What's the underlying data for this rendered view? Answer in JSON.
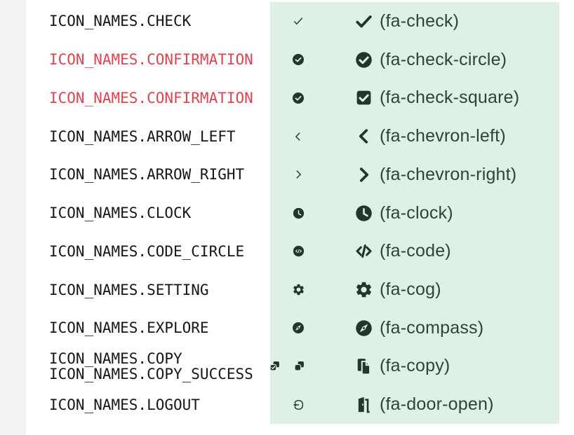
{
  "colors": {
    "page_bg": "#ffffff",
    "left_strip_bg": "#f2f2f2",
    "panel_bg": "#dff0e5",
    "mono_text": "#171717",
    "error_red": "#dc4450",
    "label_text": "#2e4438",
    "icon_dark": "#22362c"
  },
  "rows": [
    {
      "constant": "ICON_NAMES.CHECK",
      "red": false,
      "preview_icons": [
        "check-icon"
      ],
      "fa_icon": "fa-check-icon",
      "fa_label": "(fa-check)"
    },
    {
      "constant": "ICON_NAMES.CONFIRMATION",
      "red": true,
      "preview_icons": [
        "check-circle-icon"
      ],
      "fa_icon": "fa-check-circle-icon",
      "fa_label": "(fa-check-circle)"
    },
    {
      "constant": "ICON_NAMES.CONFIRMATION",
      "red": true,
      "preview_icons": [
        "check-circle-icon"
      ],
      "fa_icon": "fa-check-square-icon",
      "fa_label": "(fa-check-square)"
    },
    {
      "constant": "ICON_NAMES.ARROW_LEFT",
      "red": false,
      "preview_icons": [
        "chevron-left-icon"
      ],
      "fa_icon": "fa-chevron-left-icon",
      "fa_label": "(fa-chevron-left)"
    },
    {
      "constant": "ICON_NAMES.ARROW_RIGHT",
      "red": false,
      "preview_icons": [
        "chevron-right-icon"
      ],
      "fa_icon": "fa-chevron-right-icon",
      "fa_label": "(fa-chevron-right)"
    },
    {
      "constant": "ICON_NAMES.CLOCK",
      "red": false,
      "preview_icons": [
        "clock-icon"
      ],
      "fa_icon": "fa-clock-icon",
      "fa_label": "(fa-clock)"
    },
    {
      "constant": "ICON_NAMES.CODE_CIRCLE",
      "red": false,
      "preview_icons": [
        "code-circle-icon"
      ],
      "fa_icon": "fa-code-icon",
      "fa_label": "(fa-code)"
    },
    {
      "constant": "ICON_NAMES.SETTING",
      "red": false,
      "preview_icons": [
        "gear-icon"
      ],
      "fa_icon": "fa-cog-icon",
      "fa_label": "(fa-cog)"
    },
    {
      "constant": "ICON_NAMES.EXPLORE",
      "red": false,
      "preview_icons": [
        "compass-icon"
      ],
      "fa_icon": "fa-compass-icon",
      "fa_label": "(fa-compass)"
    },
    {
      "constant": "ICON_NAMES.COPY",
      "constant2": "ICON_NAMES.COPY_SUCCESS",
      "red": false,
      "preview_icons": [
        "copy-success-icon",
        "copy-icon"
      ],
      "fa_icon": "fa-copy-icon",
      "fa_label": "(fa-copy)"
    },
    {
      "constant": "ICON_NAMES.LOGOUT",
      "red": false,
      "preview_icons": [
        "logout-icon"
      ],
      "fa_icon": "fa-door-open-icon",
      "fa_label": "(fa-door-open)"
    }
  ]
}
